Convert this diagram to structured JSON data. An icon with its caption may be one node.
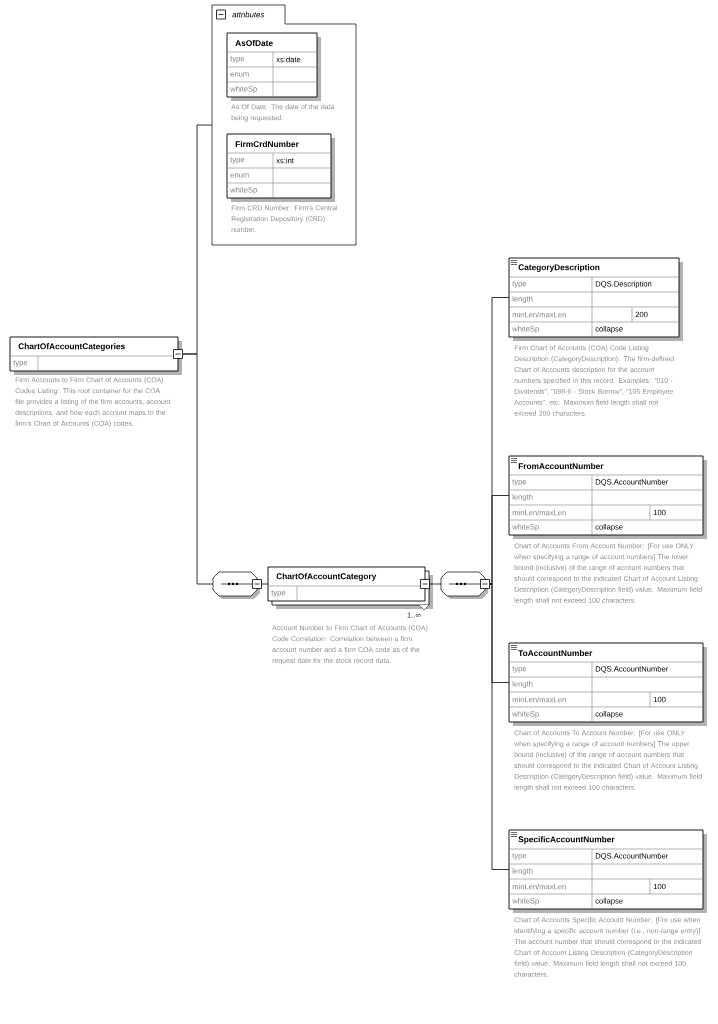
{
  "diagram": {
    "nodes": [
      {
        "text": [
          "ChartOfAccountCategories",
          "type"
        ],
        "beside": [
          "Firm Accounts to Firm Chart of Accounts (COA) Codes Listing: This root container for the COA file provides a listing of the firm accounts, account descriptions, and how each account maps to the firm's Chart of Accounts (COA) codes."
        ]
      },
      {
        "text": [
          "attributes"
        ]
      },
      {
        "text": [
          "AsOfDate",
          "type",
          "xs:date",
          "enum",
          "whiteSp"
        ],
        "in": 1,
        "beside": [
          "As Of Date: The date of the data being requested."
        ]
      },
      {
        "text": [
          "FirmCrdNumber",
          "type",
          "xs:int",
          "enum",
          "whiteSp"
        ],
        "in": 1,
        "beside": [
          "Firm CRD Number: Firm's Central Registration Depository (CRD) number."
        ]
      },
      {
        "text": [],
        "shape": "octagon"
      },
      {
        "text": [
          "ChartOfAccountCategory",
          "type"
        ],
        "beside": [
          "1..∞",
          "Account Number to Firm Chart of Accounts (COA) Code Correlation: Correlation between a firm account number and a firm COA code as of the request date for the stock record data."
        ]
      },
      {
        "text": [],
        "shape": "octagon"
      },
      {
        "text": [
          "CategoryDescription",
          "type",
          "DQS.Description",
          "length",
          "minLen/maxLen",
          "200",
          "whiteSp",
          "collapse"
        ],
        "beside": [
          "Firm Chart of Accounts (COA) Code Listing Description (CategoryDescription): The firm-defined Chart of Accounts description for the account numbers specified in this record. Examples: \"010 - Dividends\", \"098-6 - Stock Borrow\", \"105 Employee Accounts\", etc. Maximum field length shall not exceed 200 characters."
        ]
      },
      {
        "text": [
          "FromAccountNumber",
          "type",
          "DQS.AccountNumber",
          "length",
          "minLen/maxLen",
          "100",
          "whiteSp",
          "collapse"
        ],
        "beside": [
          "Chart of Accounts From Account Number: [For use ONLY when specifying a range of account numbers] The lower bound (inclusive) of the range of account numbers that should correspond to the indicated Chart of Account Listing Description (CategoryDescription field) value. Maximum field length shall not exceed 100 characters."
        ]
      },
      {
        "text": [
          "ToAccountNumber",
          "type",
          "DQS.AccountNumber",
          "length",
          "minLen/maxLen",
          "100",
          "whiteSp",
          "collapse"
        ],
        "beside": [
          "Chart of Accounts To Account Number: [For use ONLY when specifying a range of account numbers] The upper bound (inclusive) of the range of account numbers that should correspond to the indicated Chart of Account Listing Description (CategoryDescription field) value. Maximum field length shall not exceed 100 characters."
        ]
      },
      {
        "text": [
          "SpecificAccountNumber",
          "type",
          "DQS.AccountNumber",
          "length",
          "minLen/maxLen",
          "100",
          "whiteSp",
          "collapse"
        ],
        "beside": [
          "Chart of Accounts Specific Account Number: [For use when identifying a specific account number (i.e., non-range entry)] The account number that should correspond to the indicated Chart of Account Listing Description (CategoryDescription field) value. Maximum field length shall not exceed 100 characters."
        ]
      }
    ],
    "edges": [
      {
        "from": 0,
        "to": 1,
        "arrow": "none"
      },
      {
        "from": 0,
        "to": 4,
        "arrow": "none"
      },
      {
        "from": 4,
        "to": 5,
        "arrow": "none"
      },
      {
        "from": 5,
        "to": 6,
        "arrow": "none"
      },
      {
        "from": 6,
        "to": 7,
        "arrow": "none"
      },
      {
        "from": 6,
        "to": 8,
        "arrow": "none"
      },
      {
        "from": 6,
        "to": 9,
        "arrow": "none"
      },
      {
        "from": 6,
        "to": 10,
        "arrow": "none"
      }
    ]
  }
}
